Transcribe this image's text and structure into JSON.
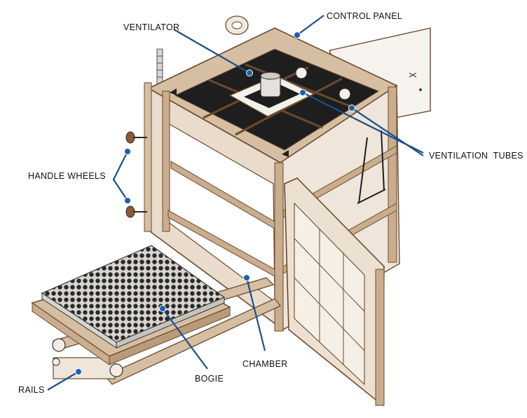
{
  "labels": {
    "control_panel": "CONTROL PANEL",
    "ventilator": "VENTILATOR",
    "ventilation_tubes": "VENTILATION  TUBES",
    "handle_wheels": "HANDLE WHEELS",
    "chamber": "CHAMBER",
    "bogie": "BOGIE",
    "rails": "RAILS"
  },
  "colors": {
    "frame": "#c9ad8e",
    "frame_stroke": "#6b4a2e",
    "top_dark": "#1e1e1e",
    "bogie_grid": "#2a2a2a",
    "leader": "#1d4f8a",
    "leader_dot": "#1d5fa8"
  }
}
